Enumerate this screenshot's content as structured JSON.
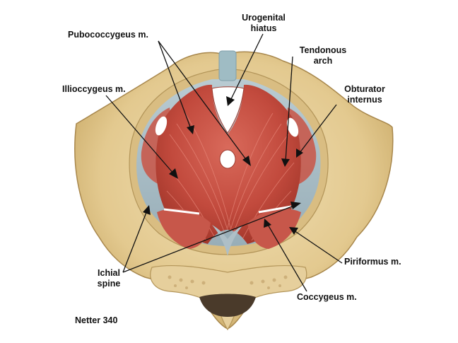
{
  "labels": {
    "urogenital_hiatus": [
      "Urogenital",
      "hiatus"
    ],
    "pubococcygeus": "Pubococcygeus m.",
    "tendonous_arch": [
      "Tendonous",
      "arch"
    ],
    "illiococcygeus": "Illioccygeus m.",
    "obturator_internus": [
      "Obturator",
      "internus"
    ],
    "ichial_spine": [
      "Ichial",
      "spine"
    ],
    "piriformus": "Piriformus m.",
    "coccygeus": "Coccygeus m.",
    "reference": "Netter 340"
  },
  "colors": {
    "bone": "#e6cf9c",
    "bone_dark": "#c9ab6e",
    "muscle": "#c44a3e",
    "muscle_light": "#d9685a",
    "fascia": "#a9bcc4",
    "leader": "#111111"
  }
}
